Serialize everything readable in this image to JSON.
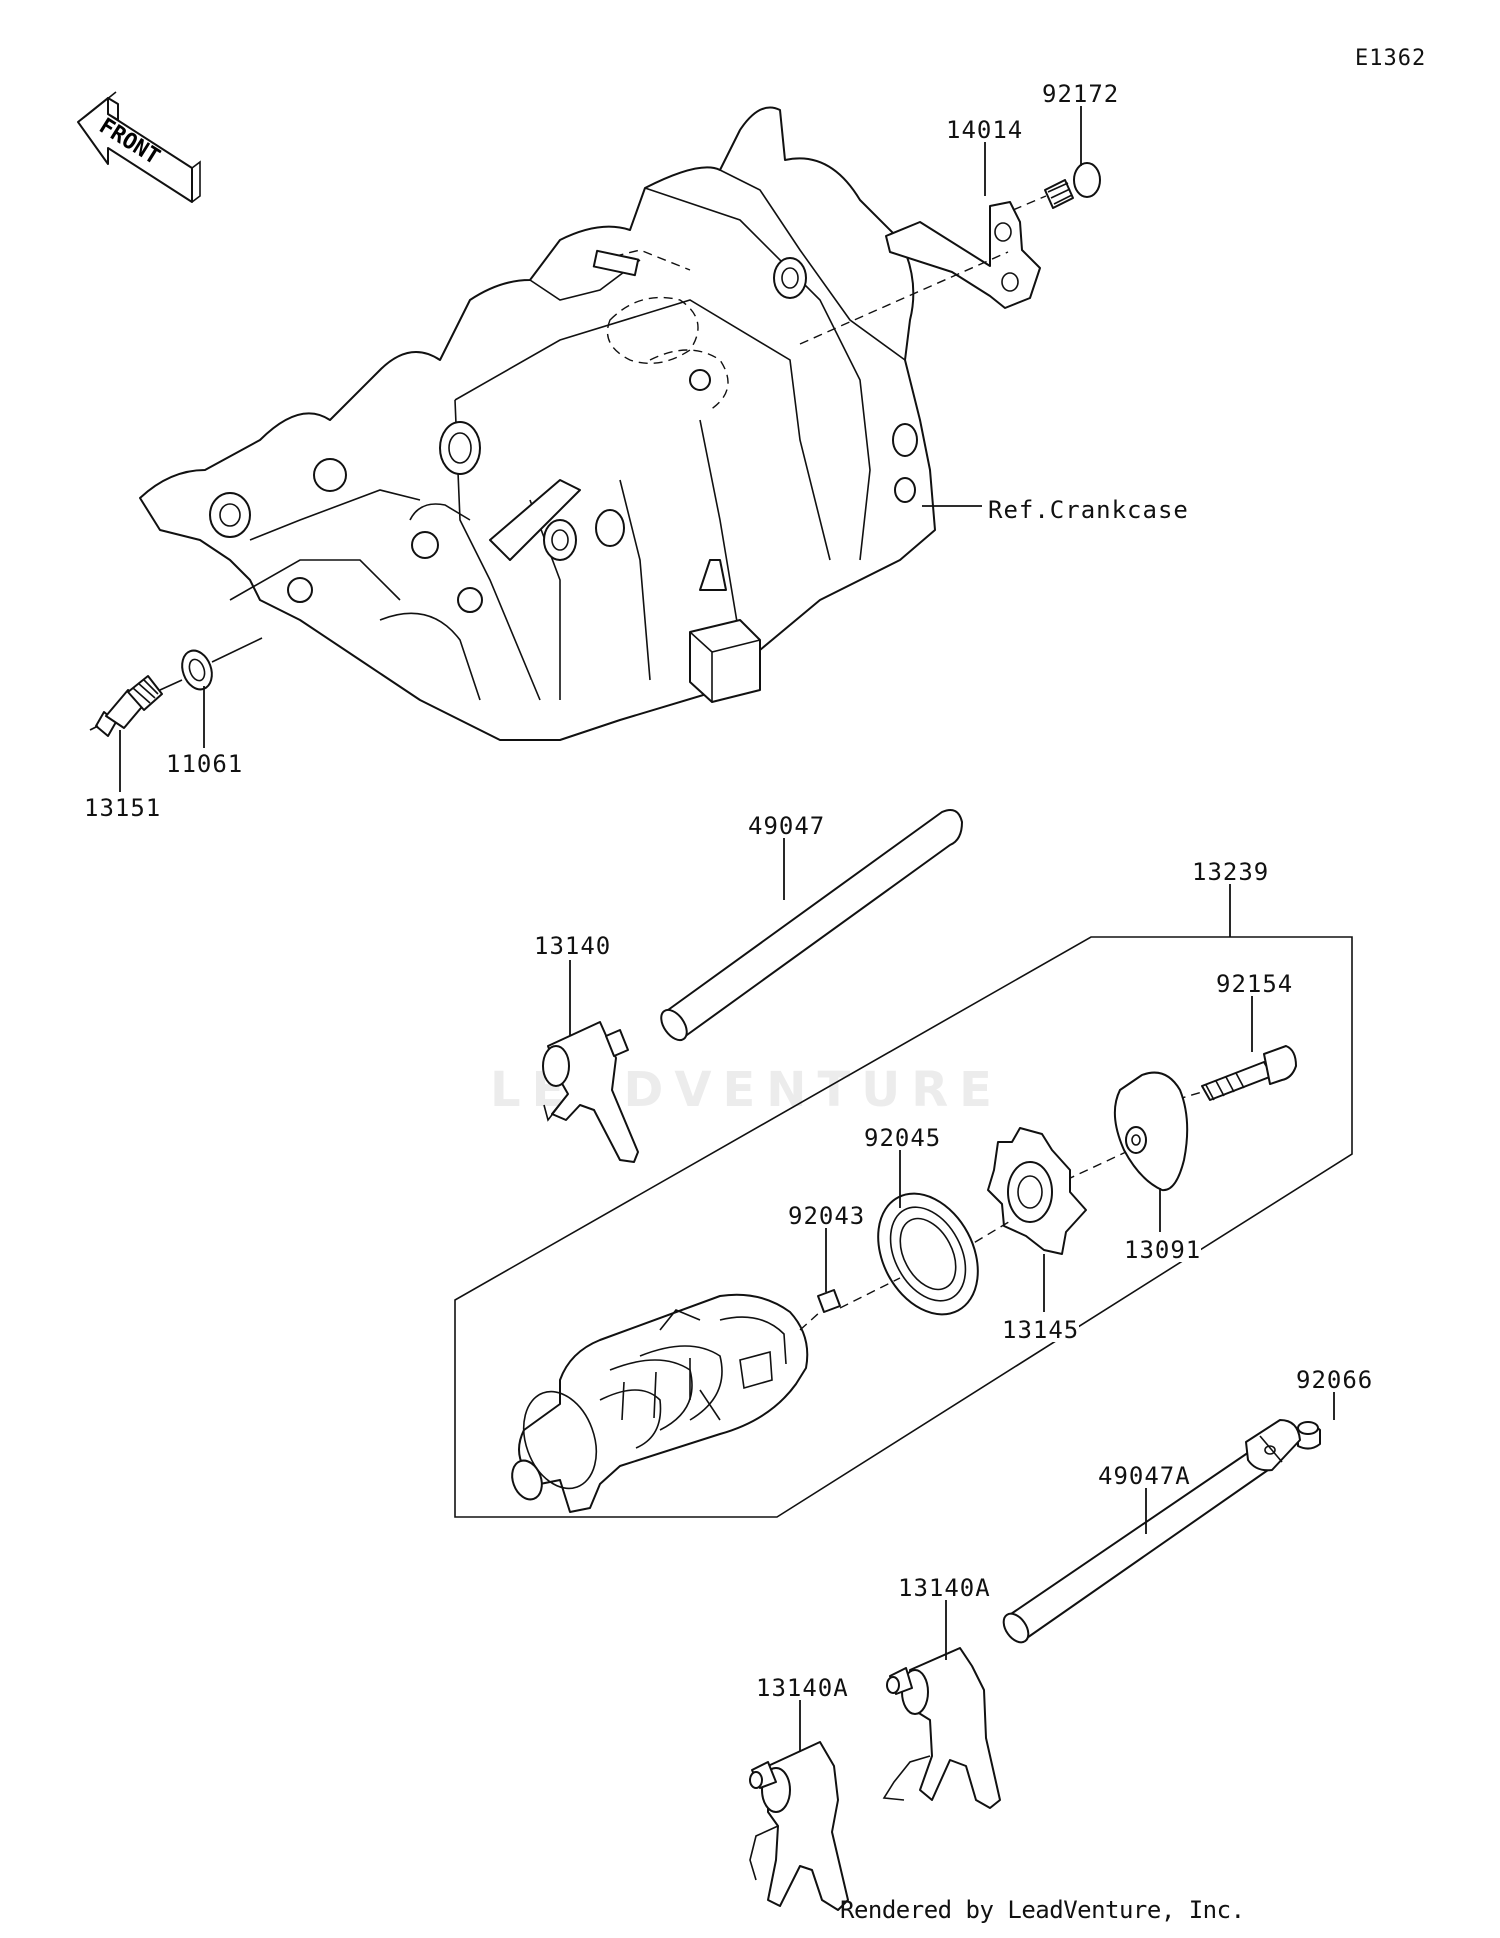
{
  "diagram_code": "E1362",
  "front_indicator": "FRONT",
  "reference": "Ref.Crankcase",
  "watermark": "LEADVENTURE",
  "footer": "Rendered by LeadVenture, Inc.",
  "callouts": {
    "p92172": "92172",
    "p14014": "14014",
    "p13151": "13151",
    "p11061": "11061",
    "p49047": "49047",
    "p13239": "13239",
    "p13140": "13140",
    "p92154": "92154",
    "p92045": "92045",
    "p92043": "92043",
    "p13091": "13091",
    "p13145": "13145",
    "p92066": "92066",
    "p49047A": "49047A",
    "p13140A_upper": "13140A",
    "p13140A_lower": "13140A"
  }
}
